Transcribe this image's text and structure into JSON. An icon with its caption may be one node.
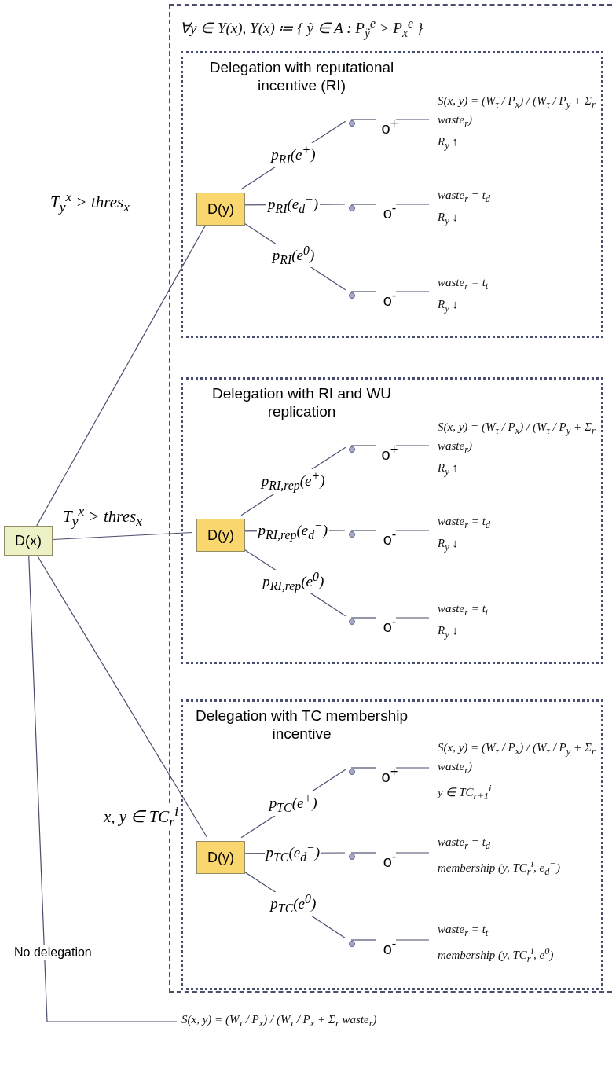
{
  "diagram": {
    "nodes": [
      {
        "text": [
          "D(x)"
        ]
      },
      {
        "text": [
          "∀y ∈ Y(x), Y(x) ≔ { ỹ ∈ A : P$_{ỹ}$$^{e}$ > P$_{x}$$^{e}$ }"
        ]
      },
      {
        "text": [
          "Delegation with reputational incentive (RI)"
        ],
        "in": 1
      },
      {
        "text": [
          "D(y)"
        ],
        "in": 2
      },
      {
        "text": [],
        "shape": "circle",
        "in": 2
      },
      {
        "text": [
          "o$^{+}$"
        ],
        "in": 2
      },
      {
        "text": [
          "S(x, y) = (W$_{τ}$ / P$_{x}$) / (W$_{τ}$ / P$_{y}$ + Σ$_{r}$ waste$_{r}$)",
          "R$_{y}$ ↑"
        ],
        "in": 2
      },
      {
        "text": [],
        "shape": "circle",
        "in": 2
      },
      {
        "text": [
          "o$^{-}$"
        ],
        "in": 2
      },
      {
        "text": [
          "waste$_{r}$ = t$_{d}$",
          "R$_{y}$ ↓"
        ],
        "in": 2
      },
      {
        "text": [],
        "shape": "circle",
        "in": 2
      },
      {
        "text": [
          "o$^{-}$"
        ],
        "in": 2
      },
      {
        "text": [
          "waste$_{r}$ = t$_{t}$",
          "R$_{y}$ ↓"
        ],
        "in": 2
      },
      {
        "text": [
          "Delegation with RI and WU replication"
        ],
        "in": 1
      },
      {
        "text": [
          "D(y)"
        ],
        "in": 13
      },
      {
        "text": [],
        "shape": "circle",
        "in": 13
      },
      {
        "text": [
          "o$^{+}$"
        ],
        "in": 13
      },
      {
        "text": [
          "S(x, y) = (W$_{τ}$ / P$_{x}$) / (W$_{τ}$ / P$_{y}$ + Σ$_{r}$ waste$_{r}$)",
          "R$_{y}$ ↑"
        ],
        "in": 13
      },
      {
        "text": [],
        "shape": "circle",
        "in": 13
      },
      {
        "text": [
          "o$^{-}$"
        ],
        "in": 13
      },
      {
        "text": [
          "waste$_{r}$ = t$_{d}$",
          "R$_{y}$ ↓"
        ],
        "in": 13
      },
      {
        "text": [],
        "shape": "circle",
        "in": 13
      },
      {
        "text": [
          "o$^{-}$"
        ],
        "in": 13
      },
      {
        "text": [
          "waste$_{r}$ = t$_{t}$",
          "R$_{y}$ ↓"
        ],
        "in": 13
      },
      {
        "text": [
          "Delegation with TC membership incentive"
        ],
        "in": 1
      },
      {
        "text": [
          "D(y)"
        ],
        "in": 24
      },
      {
        "text": [],
        "shape": "circle",
        "in": 24
      },
      {
        "text": [
          "o$^{+}$"
        ],
        "in": 24
      },
      {
        "text": [
          "S(x, y) = (W$_{τ}$ / P$_{x}$) / (W$_{τ}$ / P$_{y}$ + Σ$_{r}$ waste$_{r}$)",
          "y ∈ TC$_{r+1}$$^{i}$"
        ],
        "in": 24
      },
      {
        "text": [],
        "shape": "circle",
        "in": 24
      },
      {
        "text": [
          "o$^{-}$"
        ],
        "in": 24
      },
      {
        "text": [
          "waste$_{r}$ = t$_{d}$",
          "membership (y, TC$_{r}$$^{i}$, e$_{d}$$^{−}$)"
        ],
        "in": 24
      },
      {
        "text": [],
        "shape": "circle",
        "in": 24
      },
      {
        "text": [
          "o$^{-}$"
        ],
        "in": 24
      },
      {
        "text": [
          "waste$_{r}$ = t$_{t}$",
          "membership (y, TC$_{r}$$^{i}$, e$^{0}$)"
        ],
        "in": 24
      },
      {
        "text": [
          "S(x, y) = (W$_{τ}$ / P$_{x}$) / (W$_{τ}$ / P$_{x}$ + Σ$_{r}$ waste$_{r}$)"
        ]
      }
    ],
    "edges": [
      {
        "from": 0,
        "to": 3,
        "arrow": "none",
        "label": "T$_{y}$$^{x}$ > thres$_{x}$"
      },
      {
        "from": 0,
        "to": 14,
        "arrow": "none",
        "label": "T$_{y}$$^{x}$ > thres$_{x}$"
      },
      {
        "from": 0,
        "to": 25,
        "arrow": "none",
        "label": "x, y ∈ TC$_{r}$$^{i}$"
      },
      {
        "from": 0,
        "to": 35,
        "arrow": "none",
        "label": "No delegation"
      },
      {
        "from": 3,
        "to": 4,
        "arrow": "none",
        "label": "p$_{RI}$(e$^{+}$)"
      },
      {
        "from": 4,
        "to": 5,
        "arrow": "none"
      },
      {
        "from": 5,
        "to": 6,
        "arrow": "none"
      },
      {
        "from": 3,
        "to": 7,
        "arrow": "none",
        "label": "p$_{RI}$(e$_{d}$$^{−}$)"
      },
      {
        "from": 7,
        "to": 8,
        "arrow": "none"
      },
      {
        "from": 8,
        "to": 9,
        "arrow": "none"
      },
      {
        "from": 3,
        "to": 10,
        "arrow": "none",
        "label": "p$_{RI}$(e$^{0}$)"
      },
      {
        "from": 10,
        "to": 11,
        "arrow": "none"
      },
      {
        "from": 11,
        "to": 12,
        "arrow": "none"
      },
      {
        "from": 14,
        "to": 15,
        "arrow": "none",
        "label": "p$_{RI,rep}$(e$^{+}$)"
      },
      {
        "from": 15,
        "to": 16,
        "arrow": "none"
      },
      {
        "from": 16,
        "to": 17,
        "arrow": "none"
      },
      {
        "from": 14,
        "to": 18,
        "arrow": "none",
        "label": "p$_{RI,rep}$(e$_{d}$$^{−}$)"
      },
      {
        "from": 18,
        "to": 19,
        "arrow": "none"
      },
      {
        "from": 19,
        "to": 20,
        "arrow": "none"
      },
      {
        "from": 14,
        "to": 21,
        "arrow": "none",
        "label": "p$_{RI,rep}$(e$^{0}$)"
      },
      {
        "from": 21,
        "to": 22,
        "arrow": "none"
      },
      {
        "from": 22,
        "to": 23,
        "arrow": "none"
      },
      {
        "from": 25,
        "to": 26,
        "arrow": "none",
        "label": "p$_{TC}$(e$^{+}$)"
      },
      {
        "from": 26,
        "to": 27,
        "arrow": "none"
      },
      {
        "from": 27,
        "to": 28,
        "arrow": "none"
      },
      {
        "from": 25,
        "to": 29,
        "arrow": "none",
        "label": "p$_{TC}$(e$_{d}$$^{−}$)"
      },
      {
        "from": 29,
        "to": 30,
        "arrow": "none"
      },
      {
        "from": 30,
        "to": 31,
        "arrow": "none"
      },
      {
        "from": 25,
        "to": 32,
        "arrow": "none",
        "label": "p$_{TC}$(e$^{0}$)"
      },
      {
        "from": 32,
        "to": 33,
        "arrow": "none"
      },
      {
        "from": 33,
        "to": 34,
        "arrow": "none"
      }
    ]
  }
}
